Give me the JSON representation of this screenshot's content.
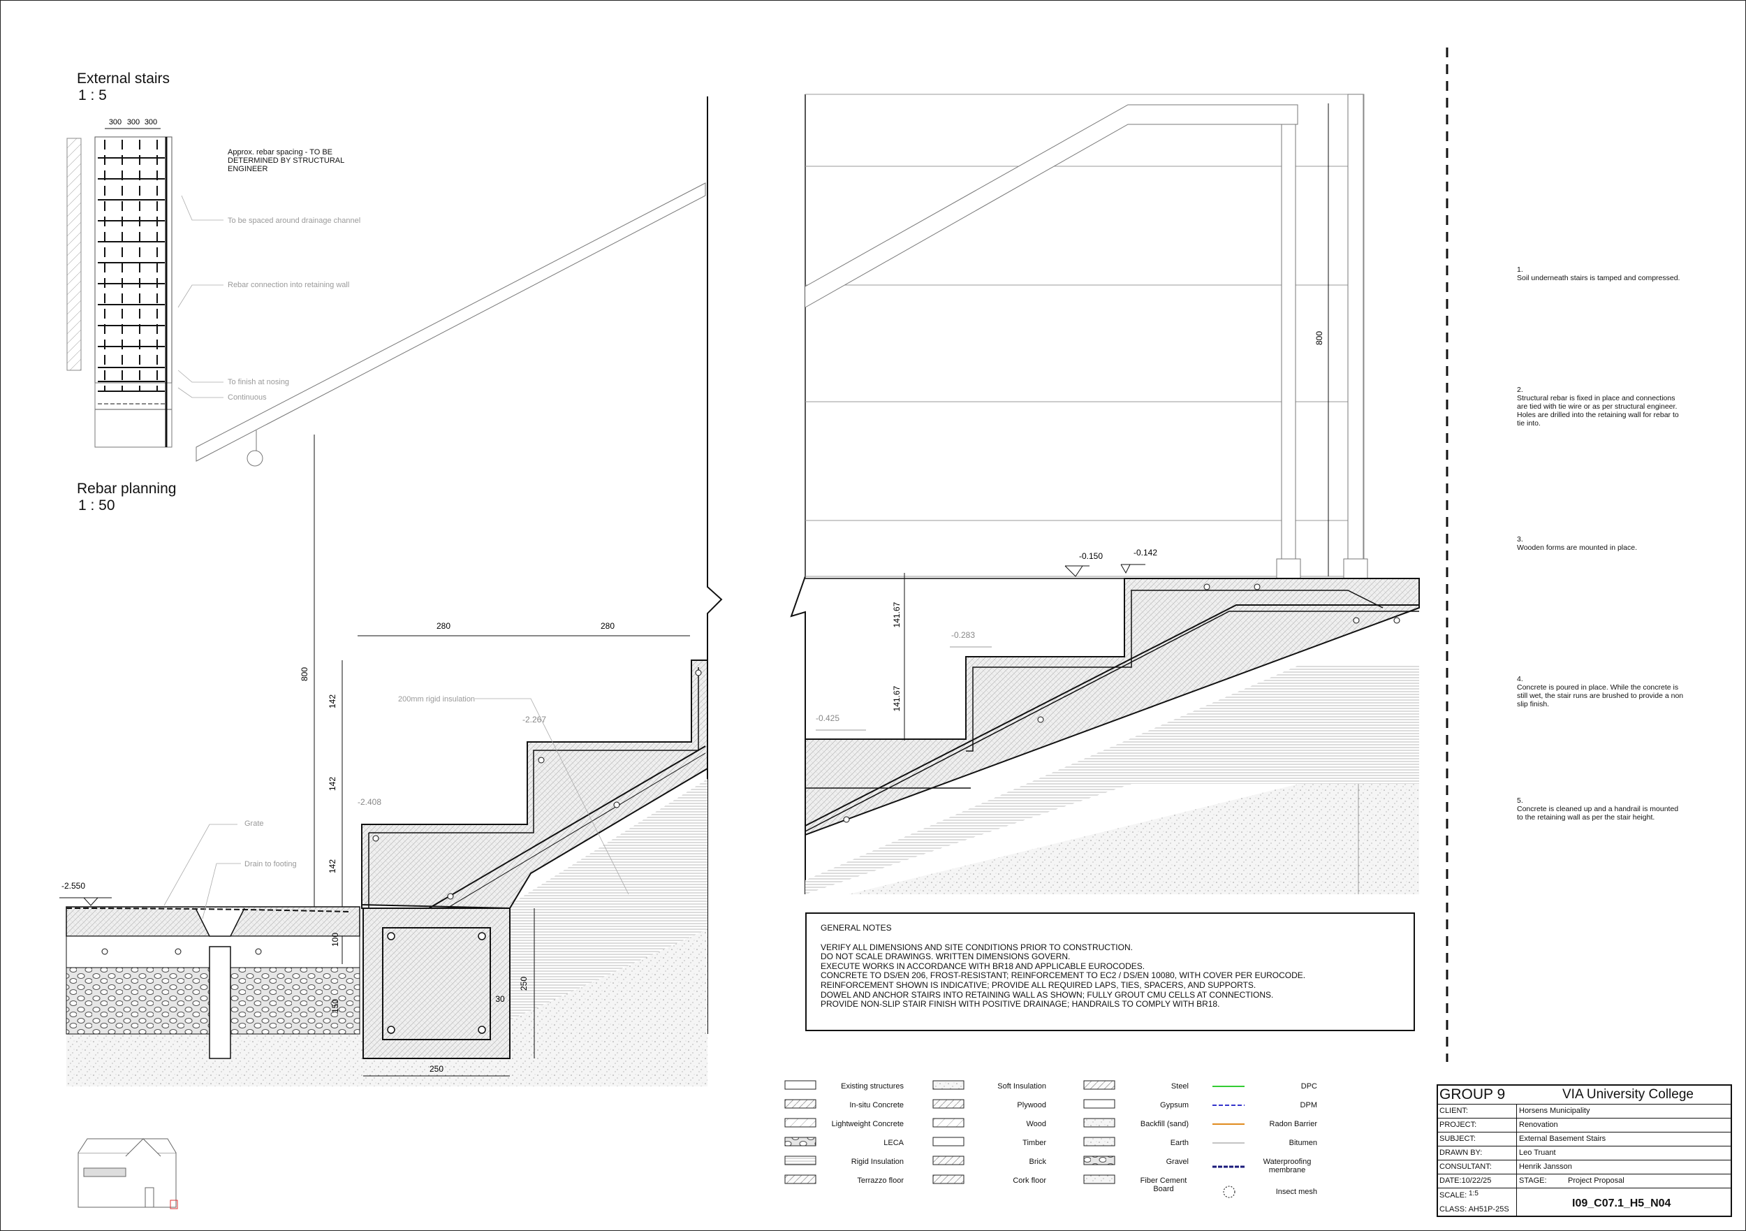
{
  "titles": {
    "detail_title": "External stairs",
    "detail_scale": "1 : 5",
    "plan_title": "Rebar planning",
    "plan_scale": "1 : 50"
  },
  "rebar_detail": {
    "spacing_dims": [
      "300",
      "300",
      "300"
    ],
    "note_main": "Approx. rebar spacing - TO BE DETERMINED BY STRUCTURAL ENGINEER",
    "callouts": [
      "To be spaced around drainage channel",
      "Rebar connection into retaining wall",
      "To finish at nosing",
      "Continuous"
    ]
  },
  "section_left": {
    "dims": {
      "tread_1": "280",
      "tread_2": "280",
      "rise_1": "142",
      "rise_2": "142",
      "rise_3": "142",
      "handrail_height": "800",
      "slab": "100",
      "beam_height": "250",
      "beam_width": "250",
      "cover": "30",
      "footing": "150"
    },
    "levels": [
      "-2.550",
      "-2.408",
      "-2.267"
    ],
    "callouts": [
      "200mm rigid insulation",
      "Grate",
      "Drain to footing"
    ]
  },
  "section_right": {
    "dims": {
      "handrail_height": "800",
      "rise_1": "141.67",
      "rise_2": "141.67"
    },
    "levels": [
      "-0.150",
      "-0.142",
      "-0.283",
      "-0.425"
    ]
  },
  "general_notes": {
    "heading": "GENERAL NOTES",
    "lines": [
      "VERIFY ALL DIMENSIONS AND SITE CONDITIONS PRIOR TO CONSTRUCTION.",
      "DO NOT SCALE DRAWINGS. WRITTEN DIMENSIONS GOVERN.",
      "EXECUTE WORKS IN ACCORDANCE WITH BR18 AND APPLICABLE EUROCODES.",
      "CONCRETE TO DS/EN 206, FROST-RESISTANT; REINFORCEMENT TO EC2 / DS/EN 10080, WITH COVER PER EUROCODE.",
      "REINFORCEMENT SHOWN IS INDICATIVE; PROVIDE ALL REQUIRED LAPS, TIES, SPACERS, AND SUPPORTS.",
      "DOWEL AND ANCHOR STAIRS INTO RETAINING WALL AS SHOWN; FULLY GROUT CMU CELLS AT CONNECTIONS.",
      "PROVIDE NON-SLIP STAIR FINISH WITH POSITIVE DRAINAGE; HANDRAILS TO COMPLY WITH BR18."
    ]
  },
  "steps": [
    {
      "num": "1.",
      "text": "Soil underneath stairs is tamped and compressed."
    },
    {
      "num": "2.",
      "text": "Structural rebar is fixed in place and connections are tied with tie wire or as per structural engineer. Holes are drilled into the retaining wall for rebar to tie into."
    },
    {
      "num": "3.",
      "text": "Wooden forms are mounted in place."
    },
    {
      "num": "4.",
      "text": "Concrete is poured in place. While the concrete is still wet, the stair runs are brushed to provide a non slip finish."
    },
    {
      "num": "5.",
      "text": "Concrete is cleaned up and a handrail is mounted to the retaining wall as per the stair height."
    }
  ],
  "legend": {
    "col1": [
      "Existing structures",
      "In-situ Concrete",
      "Lightweight Concrete",
      "LECA",
      "Rigid Insulation",
      "Terrazzo floor"
    ],
    "col2": [
      "Soft Insulation",
      "Plywood",
      "Wood",
      "Timber",
      "Brick",
      "Cork floor"
    ],
    "col3": [
      "Steel",
      "Gypsum",
      "Backfill (sand)",
      "Earth",
      "Gravel",
      "Fiber Cement Board"
    ],
    "col4": [
      "DPC",
      "DPM",
      "Radon Barrier",
      "Bitumen",
      "Waterproofing membrane",
      "Insect mesh"
    ],
    "line_colors": {
      "dpc": "#33cc33",
      "dpm": "#3333cc",
      "radon": "#e08a1e",
      "bitumen": "#888888",
      "waterproofing": "#1a1a7a"
    }
  },
  "title_block": {
    "group": "GROUP 9",
    "school": "VIA University College",
    "client_label": "CLIENT:",
    "client": "Horsens Municipality",
    "project_label": "PROJECT:",
    "project": "Renovation",
    "subject_label": "SUBJECT:",
    "subject": "External Basement Stairs",
    "drawn_label": "DRAWN BY:",
    "drawn": "Leo Truant",
    "consultant_label": "CONSULTANT:",
    "consultant": "Henrik Jansson",
    "date": "DATE:10/22/25",
    "stage_label": "STAGE:",
    "stage": "Project Proposal",
    "scale_label": "SCALE:",
    "scale": "1:5",
    "class": "CLASS: AH51P-25S",
    "drawing_no": "I09_C07.1_H5_N04"
  }
}
